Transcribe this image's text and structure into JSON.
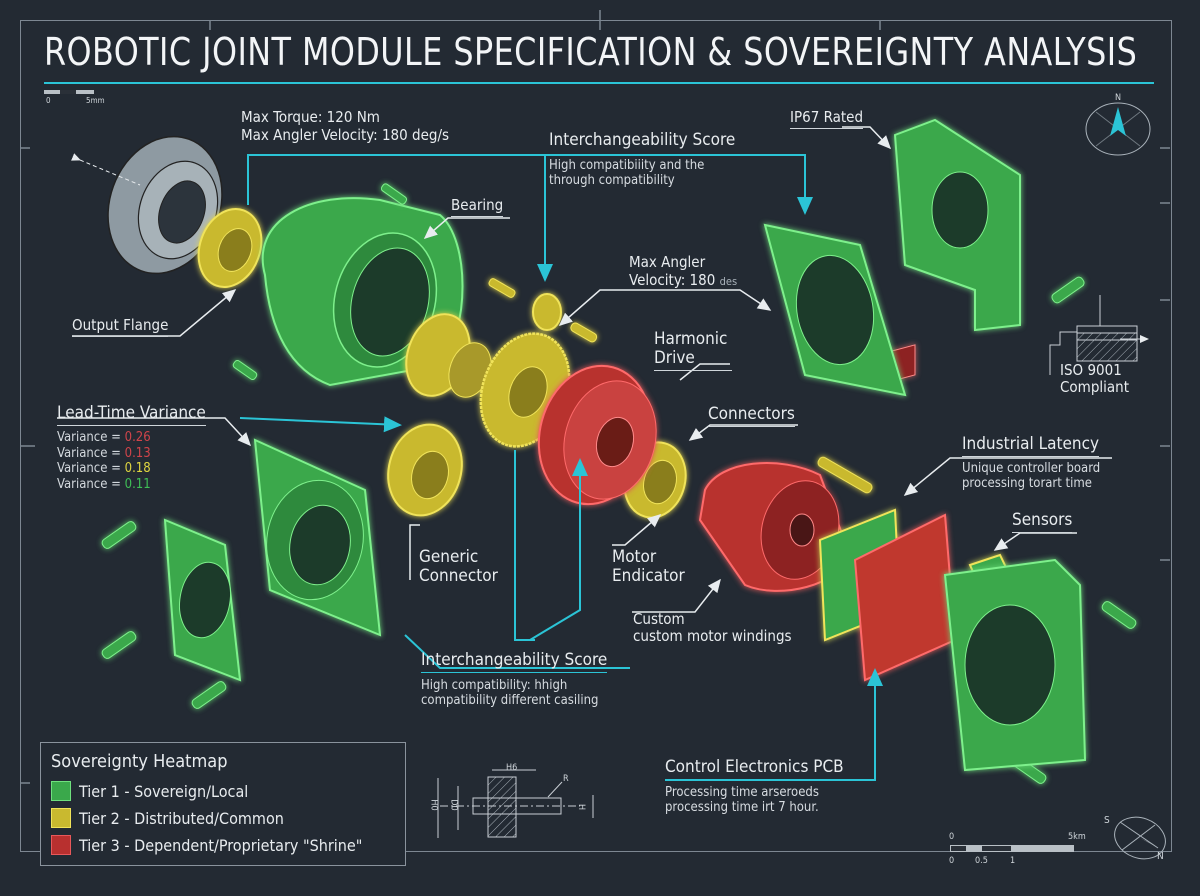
{
  "title": "ROBOTIC JOINT MODULE SPECIFICATION & SOVEREIGNTY ANALYSIS",
  "scale_bar_top": {
    "start": "0",
    "end": "5mm"
  },
  "specs": {
    "line1": "Max Torque: 120 Nm",
    "line2": "Max Angler Velocity: 180 deg/s"
  },
  "callouts": {
    "interchangeability_top": {
      "title": "Interchangeability Score",
      "line1": "High compatibiiity and the",
      "line2": "through compatibility"
    },
    "ip67": "IP67 Rated",
    "bearing": "Bearing",
    "output_flange": "Output Flange",
    "max_angler": {
      "line1": "Max Angler",
      "line2": "Velocity: 180",
      "unit": "des"
    },
    "harmonic_drive": {
      "line1": "Harmonic",
      "line2": "Drive"
    },
    "connectors": "Connectors",
    "iso": {
      "line1": "ISO 9001",
      "line2": "Compliant"
    },
    "lead_time": {
      "title": "Lead-Time Variance",
      "rows": [
        {
          "label": "Variance = ",
          "value": "0.26",
          "color": "#d0444a"
        },
        {
          "label": "Variance = ",
          "value": "0.13",
          "color": "#d0444a"
        },
        {
          "label": "Variance = ",
          "value": "0.18",
          "color": "#e0d640"
        },
        {
          "label": "Variance = ",
          "value": "0.11",
          "color": "#3fbf56"
        }
      ]
    },
    "generic_connector": {
      "line1": "Generic",
      "line2": "Connector"
    },
    "motor_endicator": {
      "line1": "Motor",
      "line2": "Endicator"
    },
    "industrial_latency": {
      "title": "Industrial Latency",
      "line1": "Unique controller board",
      "line2": "processing torart time"
    },
    "sensors": "Sensors",
    "custom": {
      "line1": "Custom",
      "line2": "custom motor windings"
    },
    "interchangeability_bottom": {
      "title": "Interchangeability Score",
      "line1": "High compatibility: hhigh",
      "line2": "compatibility different casiling"
    },
    "control_pcb": {
      "title": "Control Electronics PCB",
      "line1": "Processing time arseroeds",
      "line2": "processing time irt 7 hour."
    }
  },
  "legend": {
    "title": "Sovereignty Heatmap",
    "items": [
      {
        "label": "Tier 1 - Sovereign/Local",
        "color": "#3aa84b",
        "border": "#6fe07e"
      },
      {
        "label": "Tier 2 - Distributed/Common",
        "color": "#c9b92f",
        "border": "#f0e35a"
      },
      {
        "label": "Tier 3 - Dependent/Proprietary \"Shrine\"",
        "color": "#b8302f",
        "border": "#e8585a"
      }
    ]
  },
  "dimension_drawing": {
    "h6": "H6",
    "h0": "H0",
    "d0": "D0",
    "r": "R",
    "h": "H"
  },
  "compass_top": {
    "n": "N"
  },
  "compass_bottom": {
    "s": "S",
    "n": "N"
  },
  "scale_bar_bottom": {
    "start_top": "0",
    "end_top": "5km",
    "t0": "0",
    "t1": "0.5",
    "t2": "1"
  },
  "colors": {
    "tier1": "#3aa84b",
    "tier2": "#c9b92f",
    "tier3": "#c0392f",
    "accent": "#2bc4d6",
    "background": "#232a33"
  }
}
